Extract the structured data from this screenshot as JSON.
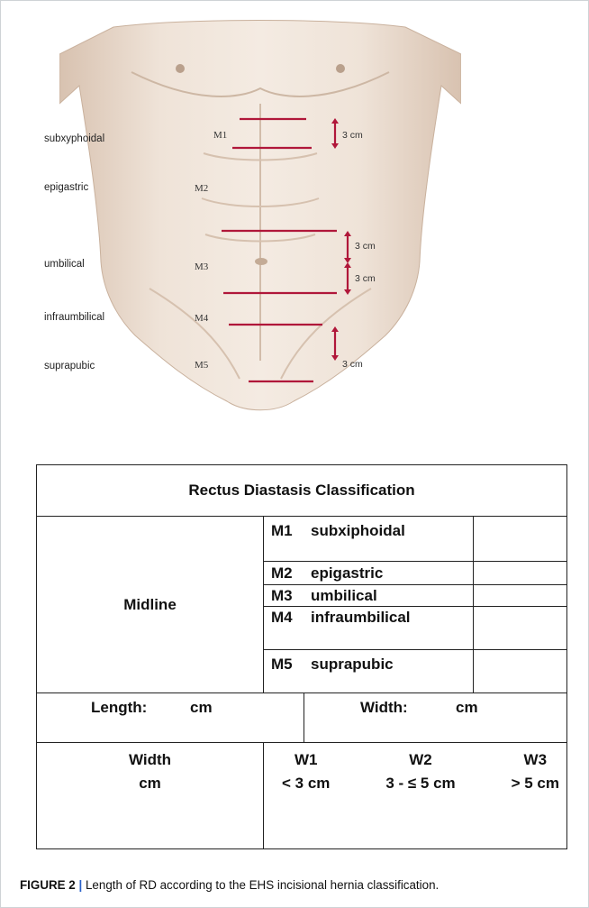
{
  "illustration": {
    "regions": [
      {
        "name": "subxyphoidal",
        "code": "M1"
      },
      {
        "name": "epigastric",
        "code": "M2"
      },
      {
        "name": "umbilical",
        "code": "M3"
      },
      {
        "name": "infraumbilical",
        "code": "M4"
      },
      {
        "name": "suprapubic",
        "code": "M5"
      }
    ],
    "dimension_labels": [
      "3 cm",
      "3 cm",
      "3 cm",
      "3 cm"
    ],
    "colors": {
      "marker": "#b0173a",
      "skin": "#efe3d8",
      "skin_shadow": "#d9c3b1"
    }
  },
  "table": {
    "title": "Rectus Diastasis Classification",
    "midline_label": "Midline",
    "segments": [
      {
        "code": "M1",
        "name": "subxiphoidal"
      },
      {
        "code": "M2",
        "name": "epigastric"
      },
      {
        "code": "M3",
        "name": "umbilical"
      },
      {
        "code": "M4",
        "name": "infraumbilical"
      },
      {
        "code": "M5",
        "name": "suprapubic"
      }
    ],
    "length_label": "Length:",
    "length_unit": "cm",
    "width_label": "Width:",
    "width_unit": "cm",
    "width_section": {
      "label": "Width",
      "unit": "cm",
      "classes": [
        {
          "code": "W1",
          "range": "< 3 cm"
        },
        {
          "code": "W2",
          "range": "3 - ≤ 5 cm"
        },
        {
          "code": "W3",
          "range": "> 5 cm"
        }
      ]
    }
  },
  "caption": {
    "label": "FIGURE 2",
    "separator": "|",
    "text": "Length of RD according to the EHS incisional hernia classification."
  }
}
